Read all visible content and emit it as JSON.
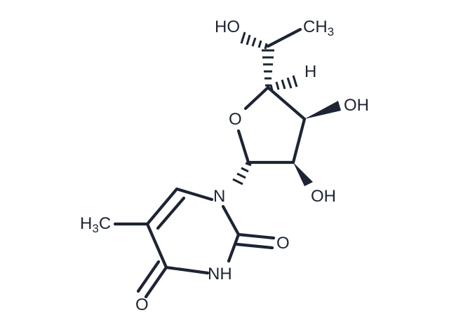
{
  "molecule": {
    "atoms": {
      "ho_top": "HO",
      "ch3_top": "CH",
      "ch3_top_sub": "3",
      "h_stereo": "H",
      "o_ring": "O",
      "oh_right": "OH",
      "oh_bottom": "OH",
      "n_ring": "N",
      "h3c_left": "H",
      "h3c_left_sub": "3",
      "h3c_left_c": "C",
      "o_carbonyl_right": "O",
      "nh": "NH",
      "o_carbonyl_bottom": "O"
    }
  }
}
